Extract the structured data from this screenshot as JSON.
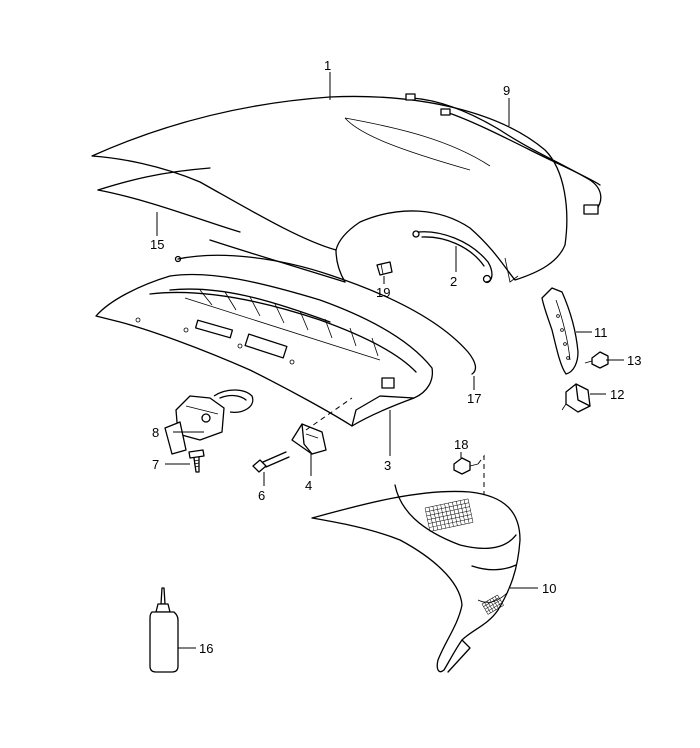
{
  "diagram": {
    "callouts": [
      {
        "id": "1",
        "label": "1"
      },
      {
        "id": "2",
        "label": "2"
      },
      {
        "id": "3",
        "label": "3"
      },
      {
        "id": "4",
        "label": "4"
      },
      {
        "id": "6",
        "label": "6"
      },
      {
        "id": "7",
        "label": "7"
      },
      {
        "id": "8",
        "label": "8"
      },
      {
        "id": "9",
        "label": "9"
      },
      {
        "id": "10",
        "label": "10"
      },
      {
        "id": "11",
        "label": "11"
      },
      {
        "id": "12",
        "label": "12"
      },
      {
        "id": "13",
        "label": "13"
      },
      {
        "id": "15",
        "label": "15"
      },
      {
        "id": "16",
        "label": "16"
      },
      {
        "id": "17",
        "label": "17"
      },
      {
        "id": "18",
        "label": "18"
      },
      {
        "id": "19",
        "label": "19"
      }
    ]
  }
}
